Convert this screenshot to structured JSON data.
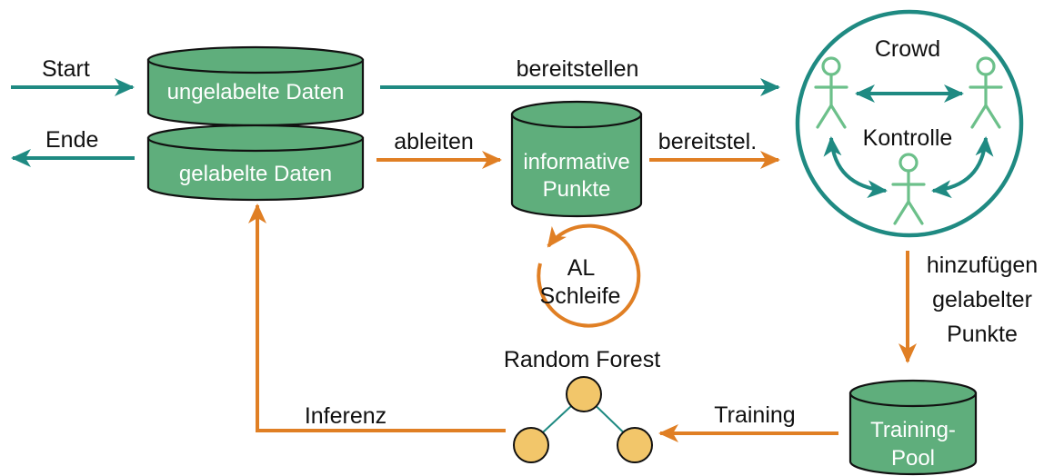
{
  "colors": {
    "teal": "#1f8a82",
    "orange": "#e07f24",
    "db_fill": "#5fae7c",
    "crowd_border": "#1f8a82",
    "figure_green": "#6cc08a",
    "node_fill": "#f2c66a"
  },
  "labels": {
    "start": "Start",
    "end": "Ende",
    "provide": "bereitstellen",
    "derive": "ableiten",
    "provide_short": "bereitstel.",
    "crowd": "Crowd",
    "control": "Kontrolle",
    "add_line1": "hinzufügen",
    "add_line2": "gelabelter",
    "add_line3": "Punkte",
    "al_line1": "AL",
    "al_line2": "Schleife",
    "random_forest": "Random Forest",
    "inference": "Inferenz",
    "training": "Training"
  },
  "databases": {
    "unlabeled": "ungelabelte Daten",
    "labeled": "gelabelte Daten",
    "informative_line1": "informative",
    "informative_line2": "Punkte",
    "pool_line1": "Training-",
    "pool_line2": "Pool"
  }
}
